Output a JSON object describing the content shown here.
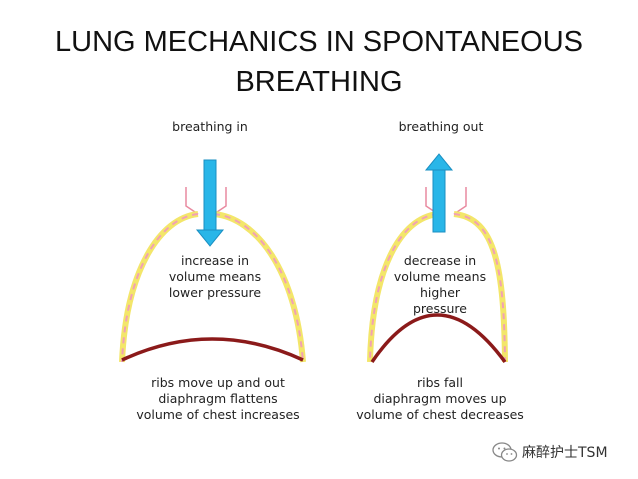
{
  "title": {
    "line1": "LUNG MECHANICS IN SPONTANEOUS",
    "line2": "BREATHING"
  },
  "left": {
    "top_label": "breathing in",
    "center_lines": [
      "increase in",
      "volume means",
      "lower pressure"
    ],
    "bottom_lines": [
      "ribs move up and out",
      "diaphragm flattens",
      "volume of chest increases"
    ]
  },
  "right": {
    "top_label": "breathing out",
    "center_lines": [
      "decrease in",
      "volume means",
      "higher",
      "pressure"
    ],
    "bottom_lines": [
      "ribs fall",
      "diaphragm moves up",
      "volume of chest decreases"
    ]
  },
  "watermark": {
    "icon": "wechat-icon",
    "text": "麻醉护士TSM"
  },
  "colors": {
    "arrow": "#29b6e8",
    "arrow_outline": "#1a8fc2",
    "rib_yellow": "#f3e66a",
    "rib_pink": "#f2a0b4",
    "diaphragm": "#8b1a1a",
    "trachea": "#e98aa0"
  }
}
